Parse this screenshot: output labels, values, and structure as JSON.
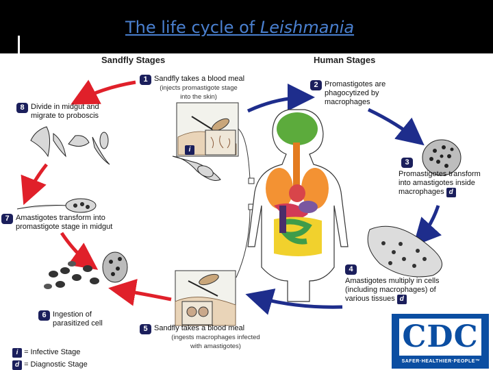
{
  "title": {
    "prefix": "The life cycle of ",
    "italic": "Leishmania"
  },
  "headers": {
    "sandfly": "Sandfly Stages",
    "human": "Human Stages"
  },
  "steps": {
    "s1": {
      "num": "1",
      "text": "Sandfly takes a blood meal",
      "sub": "(injects promastigote stage into the skin)"
    },
    "s2": {
      "num": "2",
      "line1": "Promastigotes are",
      "line2": "phagocytized by",
      "line3": "macrophages"
    },
    "s3": {
      "num": "3",
      "line1": "Promastigotes transform",
      "line2": "into amastigotes inside",
      "line3": "macrophages"
    },
    "s4": {
      "num": "4",
      "line1": "Amastigotes multiply in cells",
      "line2": "(including macrophages) of",
      "line3": "various tissues"
    },
    "s5": {
      "num": "5",
      "text": "Sandfly takes a blood meal",
      "sub1": "(ingests macrophages infected",
      "sub2": "with amastigotes)"
    },
    "s6": {
      "num": "6",
      "line1": "Ingestion of",
      "line2": "parasitized cell"
    },
    "s7": {
      "num": "7",
      "line1": "Amastigotes transform into",
      "line2": "promastigote stage in midgut"
    },
    "s8": {
      "num": "8",
      "line1": "Divide in midgut and",
      "line2": "migrate to proboscis"
    }
  },
  "badges": {
    "infective": "i",
    "diagnostic": "d"
  },
  "legend": {
    "infective": "= Infective Stage",
    "diagnostic": "= Diagnostic Stage"
  },
  "logo": {
    "text": "CDC",
    "tagline": "SAFER·HEALTHIER·PEOPLE™"
  },
  "colors": {
    "sandfly_arrows": "#e0202a",
    "human_arrows": "#1e2d8c",
    "badge": "#1b1f5c",
    "title_link": "#4a80d0"
  }
}
